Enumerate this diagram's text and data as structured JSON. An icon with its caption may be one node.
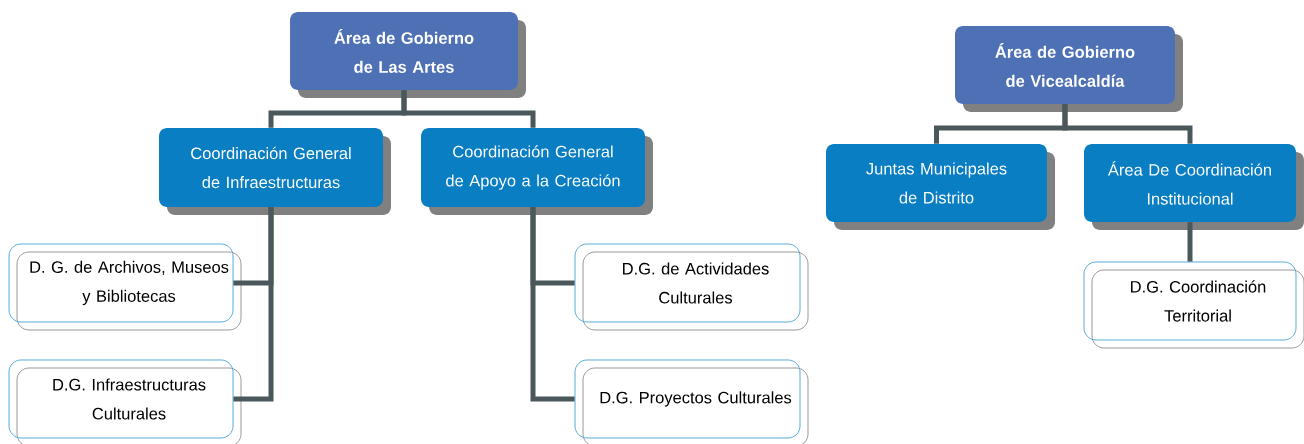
{
  "diagram": {
    "nodes": [
      {
        "text": [
          "Área de Gobierno de Las Artes"
        ]
      },
      {
        "text": [
          "Coordinación General de Infraestructuras"
        ]
      },
      {
        "text": [
          "Coordinación General de Apoyo a la Creación"
        ]
      },
      {
        "text": [
          "D. G. de Archivos, Museos y Bibliotecas"
        ]
      },
      {
        "text": [
          "D.G. Infraestructuras Culturales"
        ]
      },
      {
        "text": [
          "D.G. de Actividades Culturales"
        ]
      },
      {
        "text": [
          "D.G. Proyectos Culturales"
        ]
      },
      {
        "text": [
          "Área de Gobierno de Vicealcaldía"
        ]
      },
      {
        "text": [
          "Juntas Municipales de Distrito"
        ]
      },
      {
        "text": [
          "Área De Coordinación Institucional"
        ]
      },
      {
        "text": [
          "D.G. Coordinación Territorial"
        ]
      }
    ],
    "edges": [
      {
        "from": 0,
        "to": 1,
        "arrow": "none"
      },
      {
        "from": 0,
        "to": 2,
        "arrow": "none"
      },
      {
        "from": 1,
        "to": 3,
        "arrow": "none"
      },
      {
        "from": 1,
        "to": 4,
        "arrow": "none"
      },
      {
        "from": 2,
        "to": 5,
        "arrow": "none"
      },
      {
        "from": 2,
        "to": 6,
        "arrow": "none"
      },
      {
        "from": 7,
        "to": 8,
        "arrow": "none"
      },
      {
        "from": 7,
        "to": 9,
        "arrow": "none"
      },
      {
        "from": 9,
        "to": 10,
        "arrow": "none"
      }
    ]
  }
}
